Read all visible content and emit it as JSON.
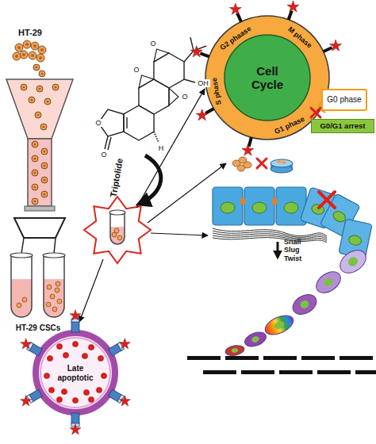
{
  "diagram": {
    "nodes": [
      {
        "text": [
          "G2 phaase",
          "M phase",
          "S phase",
          "G1 phase"
        ]
      },
      {
        "text": [
          "Cell Cycle"
        ],
        "in": 0
      },
      {
        "text": [
          "G0 phase"
        ]
      },
      {
        "text": [
          "G0/G1 arrest"
        ]
      },
      {
        "text": [
          "Late apoptotic"
        ]
      }
    ],
    "labels": [
      "HT-29",
      "O",
      "OH",
      "O",
      "O",
      "H",
      "O",
      "O",
      "Triptolide",
      "HT-29 CSCs",
      "Snail Slug Twist"
    ]
  }
}
